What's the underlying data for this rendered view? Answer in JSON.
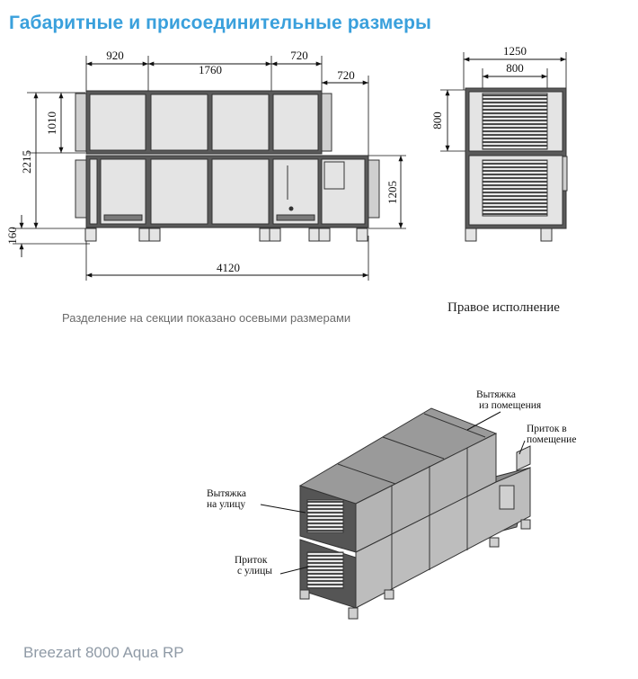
{
  "header": {
    "title": "Габаритные и присоединительные размеры"
  },
  "front_view": {
    "dims": {
      "top_920": "920",
      "top_1760": "1760",
      "top_720a": "720",
      "top_720b": "720",
      "left_1010": "1010",
      "left_2215": "2215",
      "left_160": "160",
      "right_1205": "1205",
      "bottom_4120": "4120"
    },
    "note": "Разделение на секции показано осевыми размерами"
  },
  "side_view": {
    "dims": {
      "width_1250": "1250",
      "width_800": "800",
      "height_800": "800"
    },
    "caption": "Правое исполнение"
  },
  "iso_view": {
    "labels": {
      "exhaust_room_1": "Вытяжка",
      "exhaust_room_2": "из помещения",
      "supply_room_1": "Приток в",
      "supply_room_2": "помещение",
      "exhaust_street_1": "Вытяжка",
      "exhaust_street_2": "на улицу",
      "supply_street_1": "Приток",
      "supply_street_2": "с улицы"
    }
  },
  "footer": {
    "product": "Breezart 8000 Aqua RP"
  },
  "colors": {
    "title": "#3aa0dc",
    "panel": "#dcdcdc",
    "frame": "#555555",
    "product": "#8f9aa6"
  }
}
